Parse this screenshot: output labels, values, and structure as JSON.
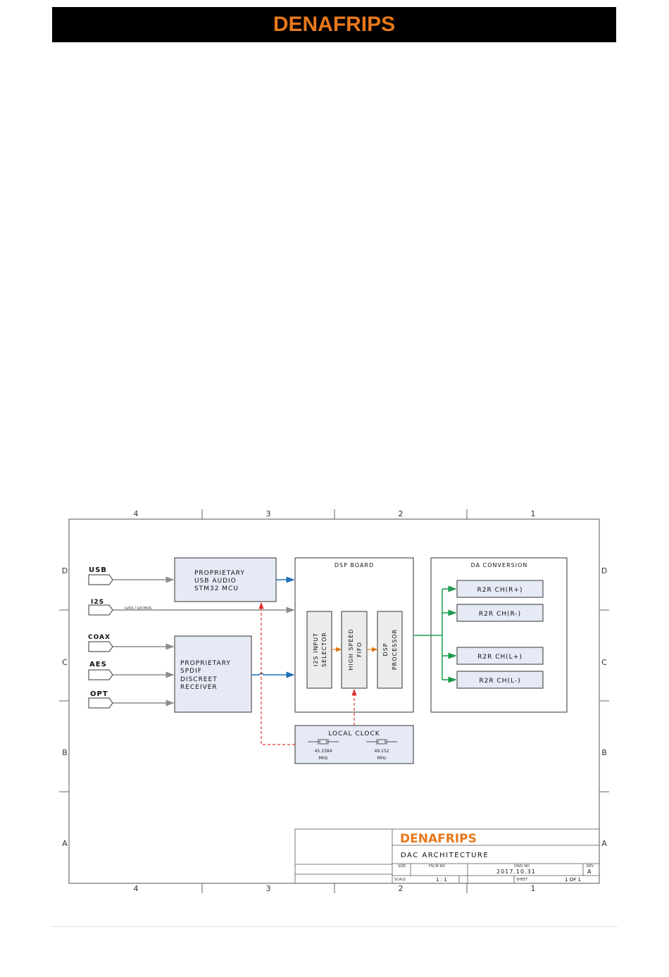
{
  "header": {
    "logo_text": "DENAFRIPS",
    "background": "#000000",
    "accent": "#e8781a"
  },
  "frame": {
    "column_labels": [
      "4",
      "3",
      "2",
      "1"
    ],
    "row_labels": [
      "D",
      "C",
      "B",
      "A"
    ]
  },
  "inputs": [
    {
      "label": "USB"
    },
    {
      "label": "I2S"
    },
    {
      "label": "COAX"
    },
    {
      "label": "AES"
    },
    {
      "label": "OPT"
    }
  ],
  "i2s_note": "LVDS / LVCMOS",
  "usb_block": {
    "lines": [
      "PROPRIETARY",
      "USB AUDIO",
      "STM32 MCU"
    ]
  },
  "spdif_block": {
    "lines": [
      "PROPRIETARY",
      "SPDIF",
      "DISCREET",
      "RECEIVER"
    ]
  },
  "dsp_board": {
    "title": "DSP BOARD",
    "modules": [
      {
        "lines": [
          "I2S INPUT",
          "SELECTOR"
        ]
      },
      {
        "lines": [
          "HIGH SPEED",
          "FIFO"
        ]
      },
      {
        "lines": [
          "DSP",
          "PROCESSOR"
        ]
      }
    ]
  },
  "da_conversion": {
    "title": "DA CONVERSION",
    "channels": [
      "R2R CH(R+)",
      "R2R CH(R-)",
      "R2R CH(L+)",
      "R2R CH(L-)"
    ]
  },
  "local_clock": {
    "title": "LOCAL CLOCK",
    "oscillators": [
      {
        "freq": "45.1584",
        "unit": "MHz"
      },
      {
        "freq": "49.152",
        "unit": "MHz"
      }
    ]
  },
  "title_block": {
    "logo_text": "DENAFRIPS",
    "title": "DAC ARCHITECTURE",
    "size_label": "SIZE",
    "fscm_label": "FSCM NO",
    "dwg_label": "DWG NO",
    "dwg_value": "2017.10.31",
    "rev_label": "REV",
    "rev_value": "A",
    "scale_label": "SCALE",
    "scale_value": "1 : 1",
    "sheet_label": "SHEET",
    "sheet_value": "1 OF 1"
  },
  "colors": {
    "blue_arrow": "#1f6fb5",
    "gray_arrow": "#8c8c8c",
    "orange_arrow": "#e07a1a",
    "green_line": "#1a9a4a",
    "red_dashed": "#e03030",
    "block_fill": "#e6eaf6"
  }
}
